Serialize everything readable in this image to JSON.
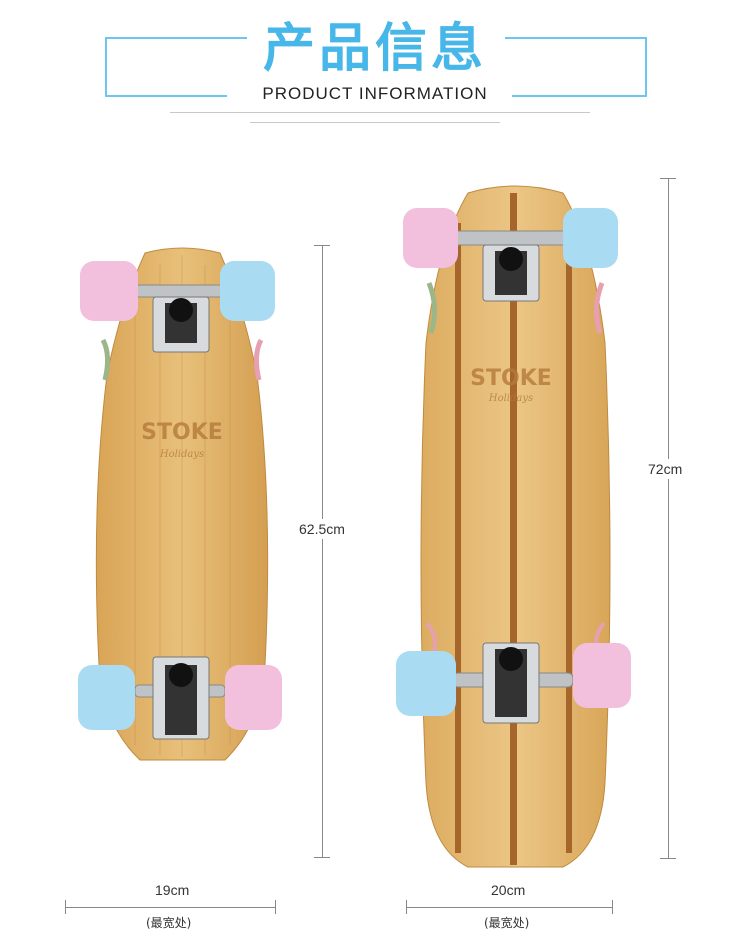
{
  "header": {
    "title_cn": "产品信息",
    "title_en": "PRODUCT INFORMATION"
  },
  "boards": [
    {
      "deck_brand": "STOKE",
      "deck_sub": "Holidays",
      "length_label": "62.5cm",
      "width_label": "19cm",
      "width_note": "(最宽处)"
    },
    {
      "deck_brand": "STOKE",
      "deck_sub": "Holidays",
      "length_label": "72cm",
      "width_label": "20cm",
      "width_note": "(最宽处)"
    }
  ],
  "colors": {
    "title_blue": "#47b6e8",
    "bamboo": "#e0b56d",
    "wheel_pink": "#f2bfdc",
    "wheel_blue": "#a9dcf2"
  }
}
